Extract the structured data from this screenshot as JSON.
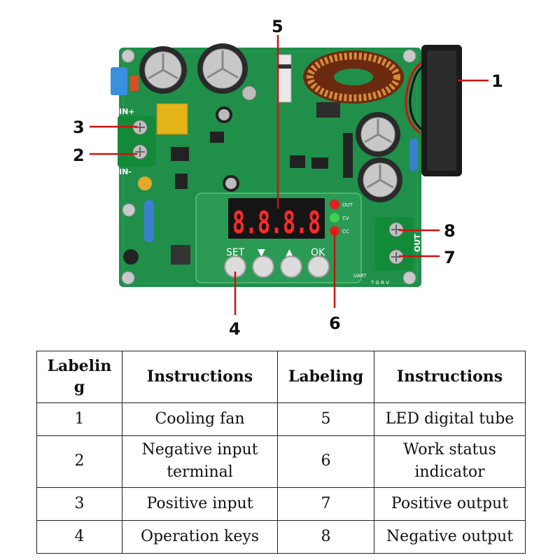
{
  "diagram": {
    "callouts": {
      "c1": "1",
      "c2": "2",
      "c3": "3",
      "c4": "4",
      "c5": "5",
      "c6": "6",
      "c7": "7",
      "c8": "8"
    },
    "board": {
      "in_plus": "IN+",
      "in_minus": "IN-",
      "out": "OUT",
      "display_digits": "8.8.8.8",
      "keys": [
        "SET",
        "▼",
        "▲",
        "OK"
      ],
      "leds": [
        "OUT",
        "CV",
        "CC"
      ],
      "uart": "UART",
      "uart_pins": "T G R V"
    },
    "colors": {
      "pcb": "#1f8f4a",
      "pcb_dark": "#157238",
      "callout_line": "#cc1111",
      "display_red": "#ff2a2a"
    }
  },
  "table": {
    "headers": [
      "Labelin g",
      "Instructions",
      "Labeling",
      "Instructions"
    ],
    "rows": [
      [
        "1",
        "Cooling fan",
        "5",
        "LED digital tube"
      ],
      [
        "2",
        "Negative input terminal",
        "6",
        "Work status indicator"
      ],
      [
        "3",
        "Positive input",
        "7",
        "Positive output"
      ],
      [
        "4",
        "Operation keys",
        "8",
        "Negative output"
      ]
    ]
  }
}
